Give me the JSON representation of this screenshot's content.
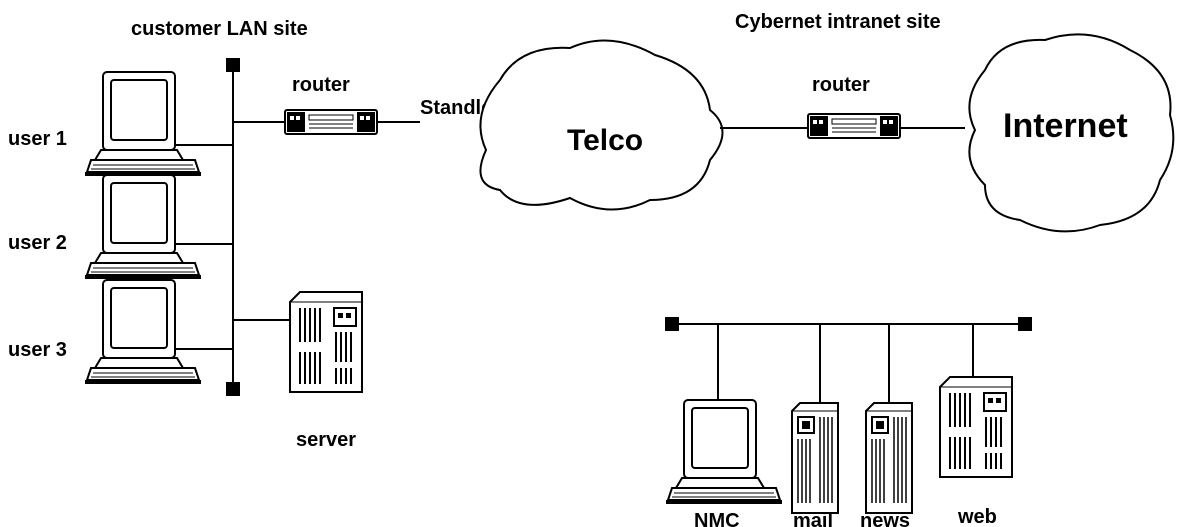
{
  "labels": {
    "customer_site": "customer LAN site",
    "intranet_site": "Cybernet intranet site",
    "router_left": "router",
    "router_right": "router",
    "leased_line": "Standleitung",
    "telco": "Telco",
    "internet": "Internet",
    "user1": "user 1",
    "user2": "user 2",
    "user3": "user 3",
    "server": "server",
    "nmc": "NMC",
    "mail": "mail",
    "news": "news",
    "web": "web"
  },
  "icons": {
    "workstation": "workstation-icon",
    "router": "router-icon",
    "server": "server-tower-icon",
    "cloud": "cloud-icon"
  },
  "colors": {
    "line": "#000000",
    "background": "#ffffff",
    "panel_gray": "#d9d9d9"
  }
}
